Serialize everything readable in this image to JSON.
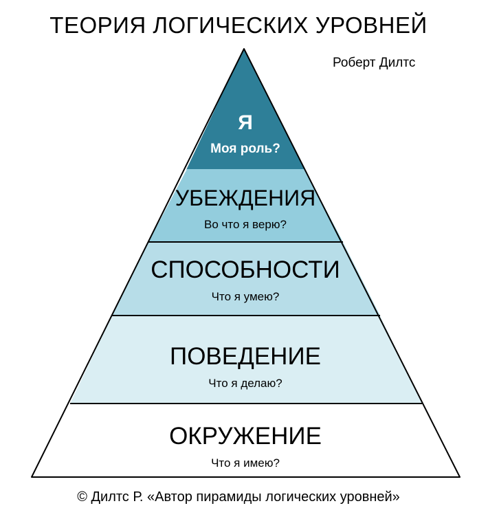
{
  "title": "ТЕОРИЯ ЛОГИЧЕСКИХ УРОВНЕЙ",
  "author": "Роберт Дилтс",
  "footer": "© Дилтс Р. «Автор пирамиды логических уровней»",
  "levels": [
    {
      "title": "Я",
      "subtitle": "Моя роль?",
      "color": "#2e7f98"
    },
    {
      "title": "УБЕЖДЕНИЯ",
      "subtitle": "Во что я верю?",
      "color": "#93cddd"
    },
    {
      "title": "СПОСОБНОСТИ",
      "subtitle": "Что я умею?",
      "color": "#b7dde8"
    },
    {
      "title": "ПОВЕДЕНИЕ",
      "subtitle": "Что я делаю?",
      "color": "#daeef3"
    },
    {
      "title": "ОКРУЖЕНИЕ",
      "subtitle": "Что я имею?",
      "color": "#ffffff"
    }
  ],
  "outline_color": "#000000"
}
